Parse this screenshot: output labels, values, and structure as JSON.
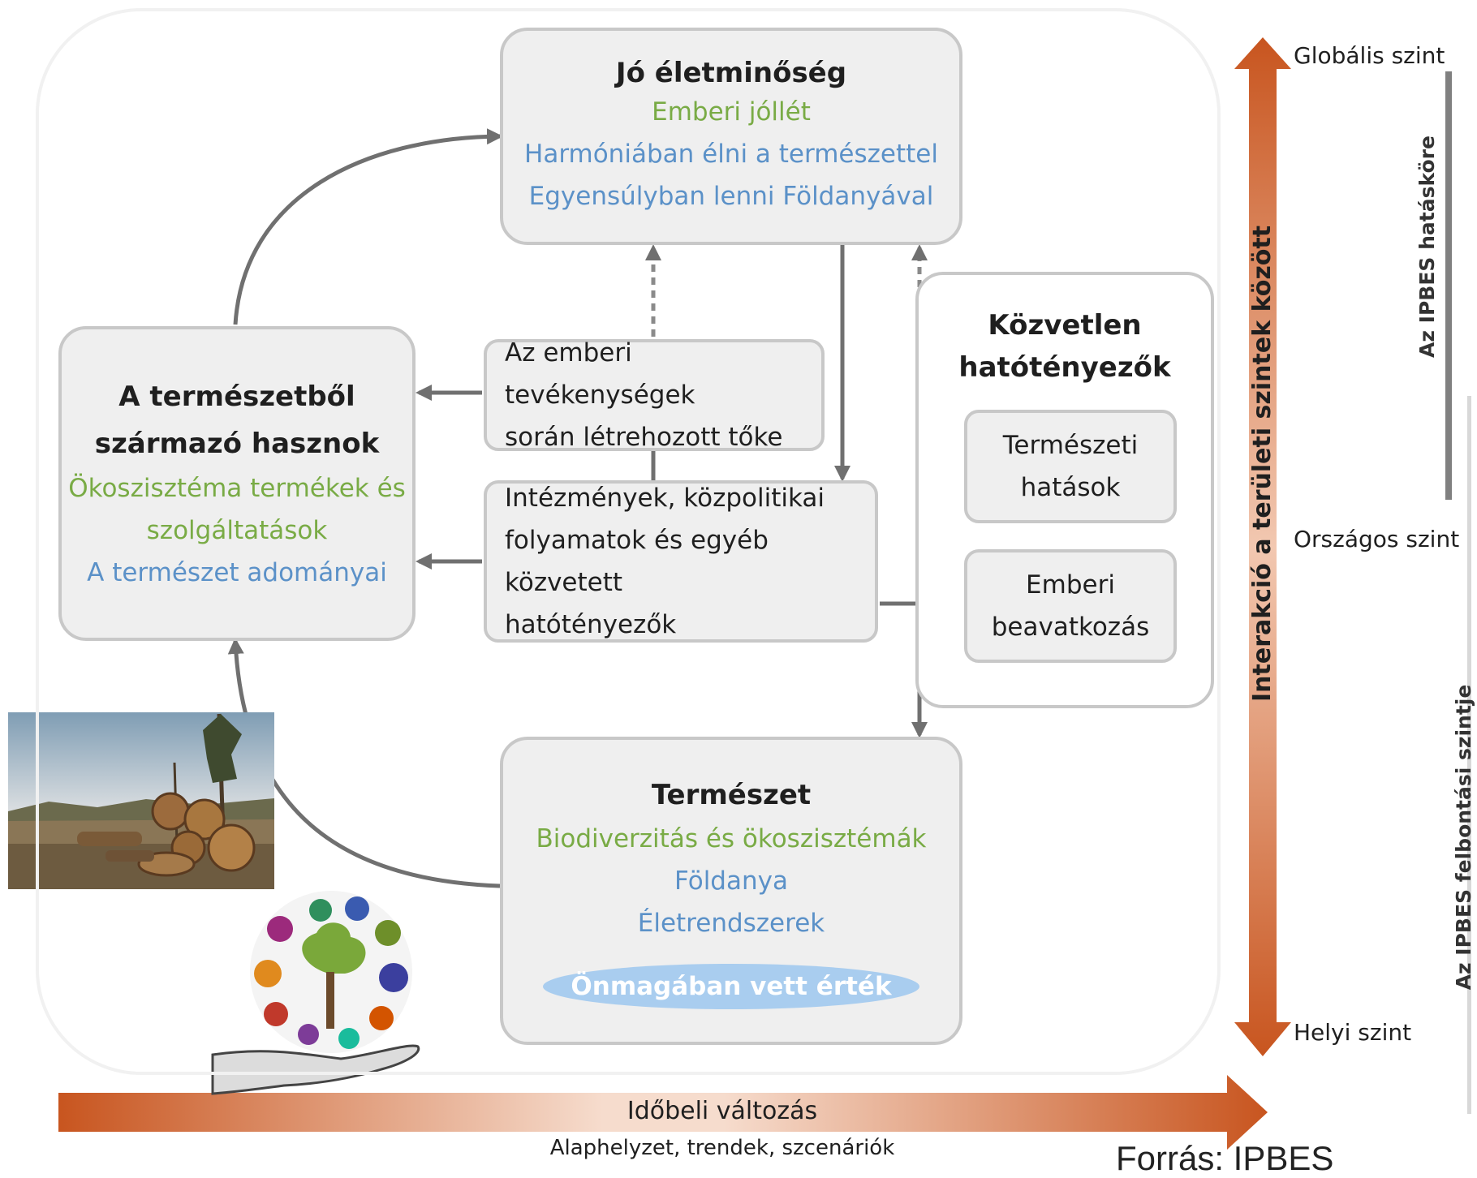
{
  "top_box": {
    "title": "Jó életminőség",
    "green_line": "Emberi jóllét",
    "blue_line1": "Harmóniában élni a természettel",
    "blue_line2": "Egyensúlyban lenni Földanyával"
  },
  "left_box": {
    "title1": "A természetből",
    "title2": "származó hasznok",
    "green_line1": "Ökoszisztéma termékek és",
    "green_line2": "szolgáltatások",
    "blue_line": "A természet adományai"
  },
  "capital_box": {
    "line1": "Az emberi tevékenységek",
    "line2": "során létrehozott tőke"
  },
  "institutions_box": {
    "line1": "Intézmények, közpolitikai",
    "line2": "folyamatok és egyéb közvetett",
    "line3": "hatótényezők"
  },
  "direct_box": {
    "title1": "Közvetlen",
    "title2": "hatótényezők",
    "natural_line1": "Természeti",
    "natural_line2": "hatások",
    "human_line1": "Emberi",
    "human_line2": "beavatkozás"
  },
  "nature_box": {
    "title": "Természet",
    "green_line": "Biodiverzitás és ökoszisztémák",
    "blue_line1": "Földanya",
    "blue_line2": "Életrendszerek",
    "pill": "Önmagában vett érték"
  },
  "vertical_axis": {
    "label": "Interakció a területi szintek között",
    "top": "Globális szint",
    "middle": "Országos szint",
    "bottom": "Helyi szint"
  },
  "side_labels": {
    "scope": "Az IPBES hatásköre",
    "resolution": "Az IPBES felbontási szintje"
  },
  "horizontal_axis": {
    "label": "Időbeli változás",
    "sublabel": "Alaphelyzet, trendek, szcenáriók"
  },
  "source": "Forrás: IPBES",
  "colors": {
    "arrow_orange": "#c8551f",
    "green_text": "#79ab45",
    "blue_text": "#5b91c8",
    "connector_gray": "#707070"
  }
}
